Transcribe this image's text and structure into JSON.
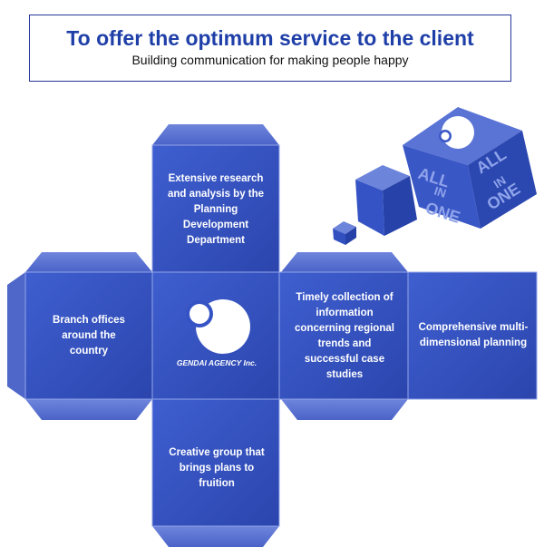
{
  "header": {
    "title": "To offer the optimum service to the client",
    "subtitle": "Building communication for making people happy"
  },
  "panels": {
    "top": "Extensive research and analysis by the Planning Development Department",
    "left": "Branch offices around the country",
    "right_inner": "Timely collection of information concerning regional trends and successful case studies",
    "right_outer": "Comprehensive multi-dimensional planning",
    "bottom": "Creative group that brings plans to fruition"
  },
  "logo": {
    "text": "GENDAI AGENCY Inc."
  },
  "cube": {
    "face_text": [
      "ALL",
      "IN",
      "ONE"
    ]
  },
  "colors": {
    "face": "#3553c4",
    "face_dark": "#2a44a8",
    "flap": "#5a72d0",
    "border": "#93a6e8",
    "title": "#1f3fa8"
  }
}
